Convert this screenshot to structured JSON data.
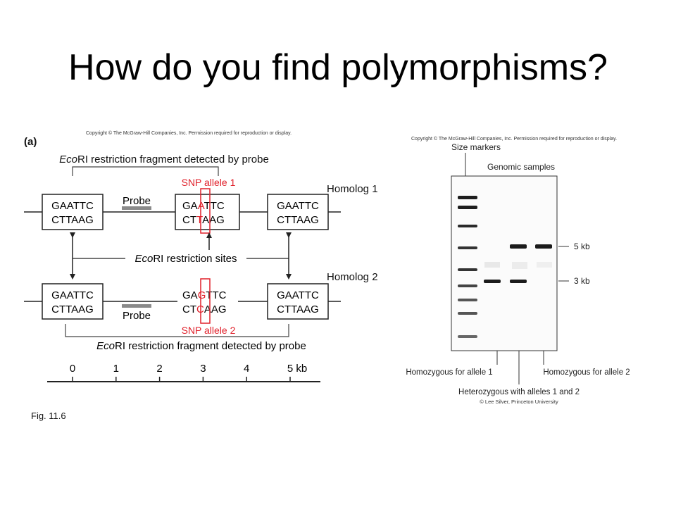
{
  "slide": {
    "title": "How do you find polymorphisms?",
    "fig_caption": "Fig. 11.6"
  },
  "left_figure": {
    "copyright": "Copyright © The McGraw-Hill Companies, Inc. Permission required for reproduction or display.",
    "panel_label": "(a)",
    "top_caption_italic": "Eco",
    "top_caption_rest": "RI restriction fragment detected by probe",
    "snp_allele_1": "SNP allele 1",
    "snp_allele_2": "SNP allele 2",
    "homolog_1": "Homolog 1",
    "homolog_2": "Homolog 2",
    "probe_label": "Probe",
    "sites_italic": "Eco",
    "sites_rest": "RI restriction sites",
    "bottom_caption_italic": "Eco",
    "bottom_caption_rest": "RI restriction fragment detected by probe",
    "site_top": "GAATTC",
    "site_bottom": "CTTAAG",
    "snp1_top": {
      "a": "GA",
      "b": "A",
      "c": "TTC"
    },
    "snp1_bottom": {
      "a": "CT",
      "b": "T",
      "c": "AAG"
    },
    "snp2_top": {
      "a": "GA",
      "b": "G",
      "c": "TTC"
    },
    "snp2_bottom": {
      "a": "CT",
      "b": "C",
      "c": "AAG"
    },
    "scale_labels": [
      "0",
      "1",
      "2",
      "3",
      "4",
      "5 kb"
    ],
    "highlight_color": "#e0202a"
  },
  "right_figure": {
    "copyright": "Copyright © The McGraw-Hill Companies, Inc. Permission required for reproduction or display.",
    "size_markers": "Size markers",
    "genomic_samples": "Genomic samples",
    "band_5kb": "5 kb",
    "band_3kb": "3 kb",
    "homozygous_1": "Homozygous for allele 1",
    "homozygous_2": "Homozygous for allele 2",
    "heterozygous": "Heterozygous with alleles 1 and 2",
    "credit": "© Lee Silver, Princeton University"
  }
}
